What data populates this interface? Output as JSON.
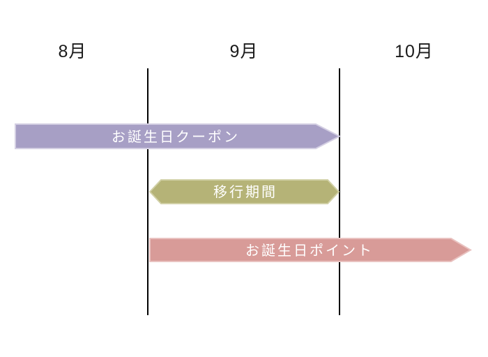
{
  "diagram": {
    "months": [
      {
        "label": "8月"
      },
      {
        "label": "9月"
      },
      {
        "label": "10月"
      }
    ],
    "bars": [
      {
        "label": "お誕生日クーポン",
        "color": "#a79fc5",
        "border_color": "#d4cfe3"
      },
      {
        "label": "移行期間",
        "color": "#b5b377",
        "border_color": "#d1d0a6"
      },
      {
        "label": "お誕生日ポイント",
        "color": "#d89b98",
        "border_color": "#e9c2c0"
      }
    ],
    "colors": {
      "background": "#ffffff",
      "divider": "#000000",
      "bar_text": "#ffffff",
      "month_text": "#1a1a1a"
    }
  }
}
